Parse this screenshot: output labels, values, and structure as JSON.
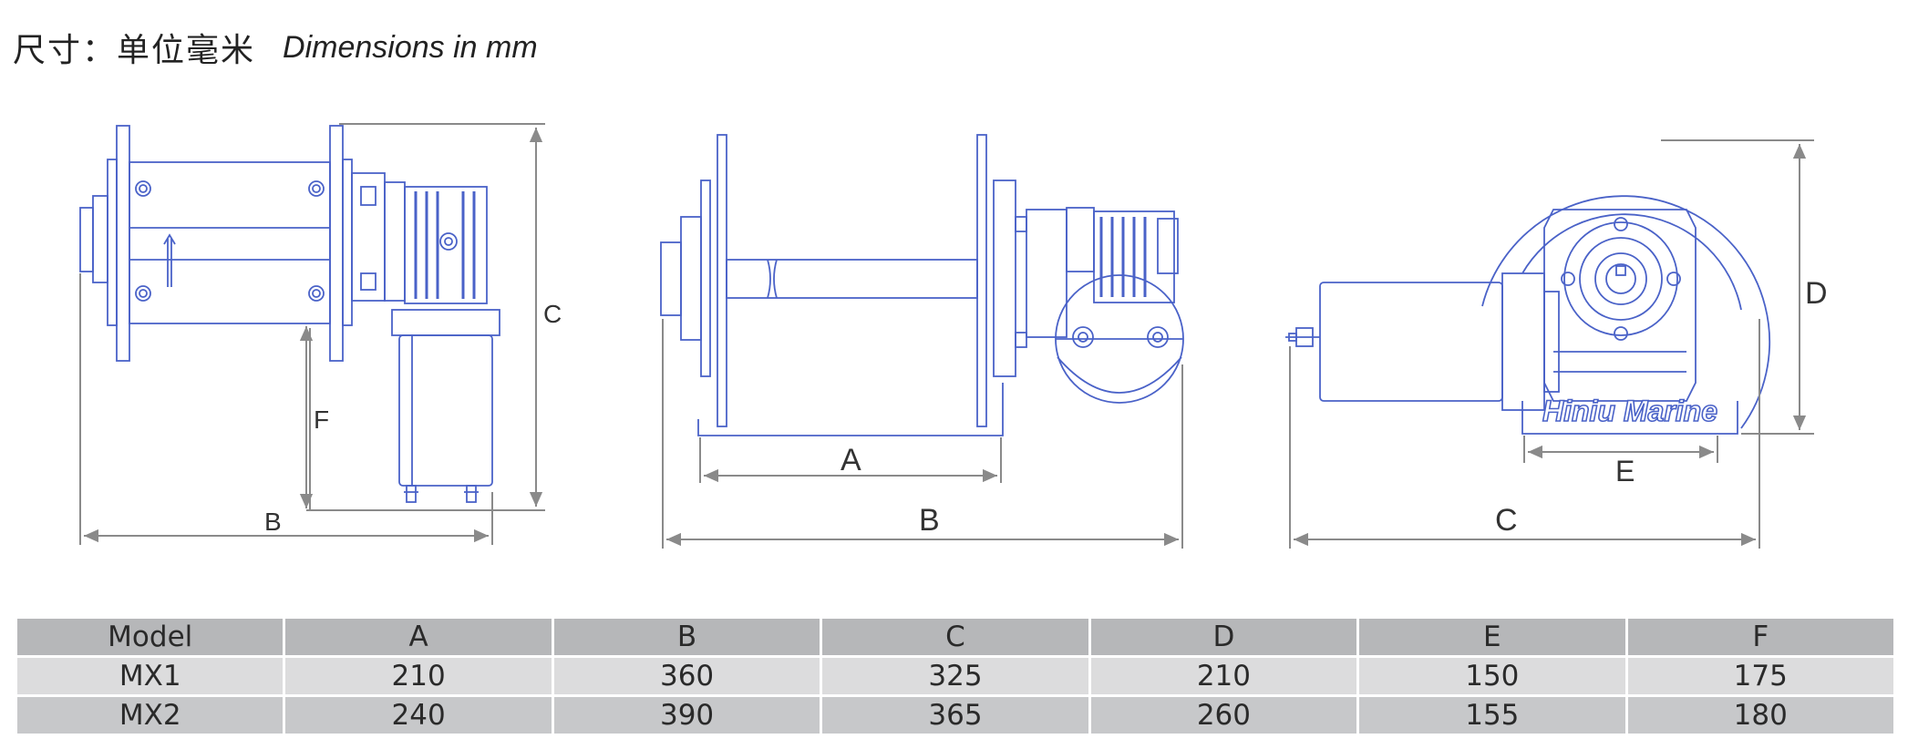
{
  "heading": {
    "chinese": "尺寸：单位毫米",
    "english": "Dimensions in mm"
  },
  "drawings": {
    "side_view": {
      "label_b": "B",
      "label_c": "C",
      "label_f": "F"
    },
    "front_view": {
      "label_a": "A",
      "label_b": "B"
    },
    "end_view": {
      "label_c": "C",
      "label_d": "D",
      "label_e": "E",
      "logo": "Hiniu Marine"
    }
  },
  "colors": {
    "outline_blue": "#4a62c8",
    "dimension_gray": "#8a8a8a",
    "header_gray": "#b6b7b9",
    "row_light": "#dcdcdd",
    "row_mid": "#c7c8ca"
  },
  "table": {
    "headers": [
      "Model",
      "A",
      "B",
      "C",
      "D",
      "E",
      "F"
    ],
    "rows": [
      [
        "MX1",
        "210",
        "360",
        "325",
        "210",
        "150",
        "175"
      ],
      [
        "MX2",
        "240",
        "390",
        "365",
        "260",
        "155",
        "180"
      ]
    ]
  }
}
